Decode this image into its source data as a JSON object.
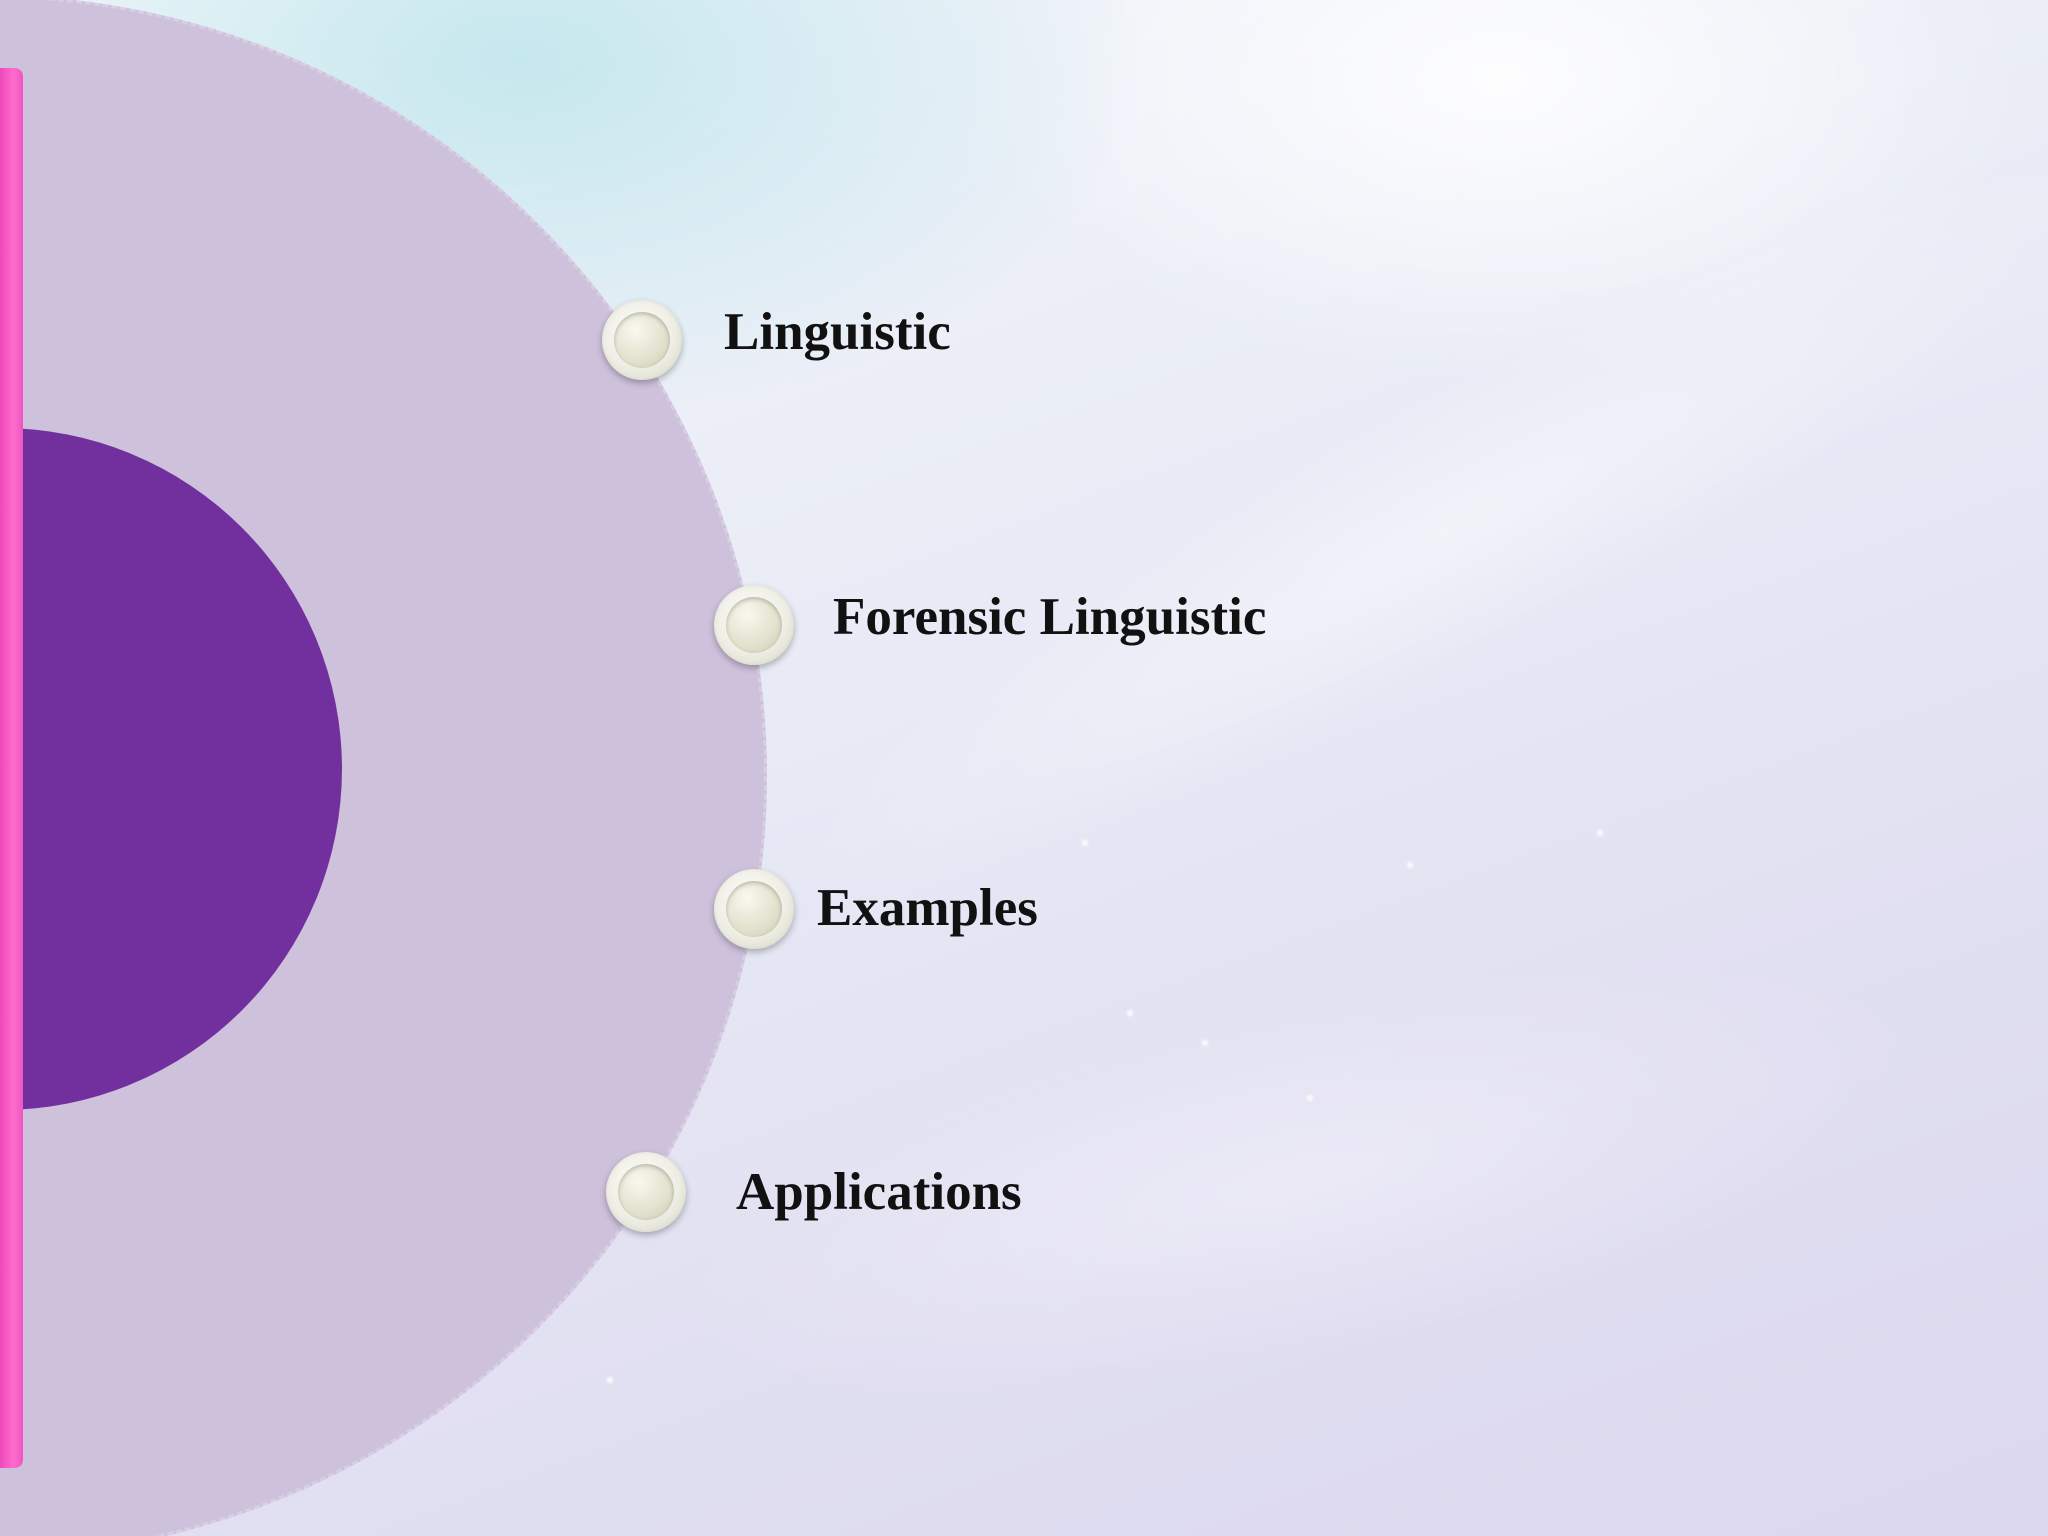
{
  "slide": {
    "colors": {
      "outer_arc": "#cec1dc",
      "inner_arc": "#722f9e",
      "side_bar": "#ff6ccc",
      "text": "#111111"
    },
    "items": [
      {
        "label": "Linguistic"
      },
      {
        "label": "Forensic Linguistic"
      },
      {
        "label": "Examples"
      },
      {
        "label": "Applications"
      }
    ]
  }
}
